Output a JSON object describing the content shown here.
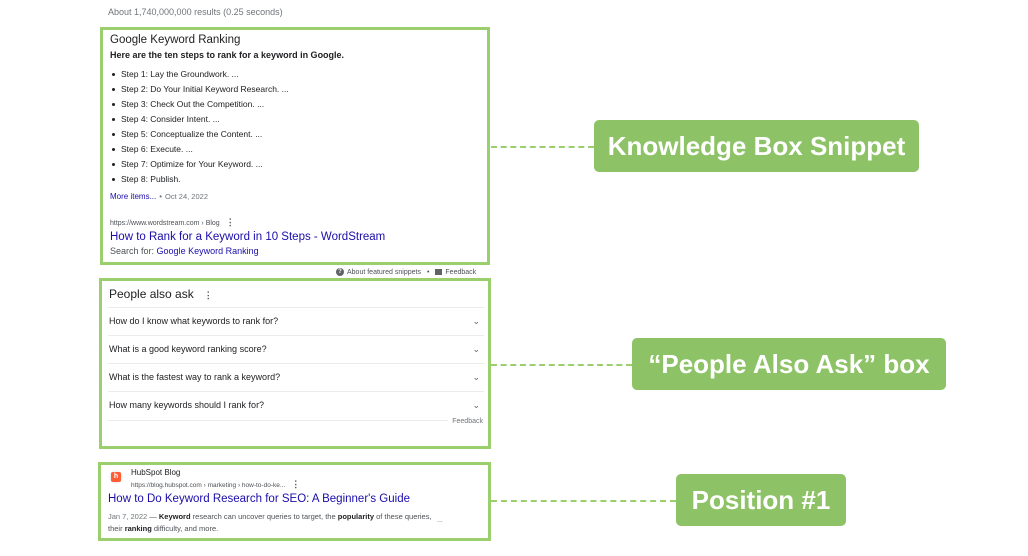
{
  "results_count": "About 1,740,000,000 results (0.25 seconds)",
  "knowledge_box": {
    "title": "Google Keyword Ranking",
    "subtitle": "Here are the ten steps to rank for a keyword in Google.",
    "steps": [
      "Step 1: Lay the Groundwork. ...",
      "Step 2: Do Your Initial Keyword Research. ...",
      "Step 3: Check Out the Competition. ...",
      "Step 4: Consider Intent. ...",
      "Step 5: Conceptualize the Content. ...",
      "Step 6: Execute. ...",
      "Step 7: Optimize for Your Keyword. ...",
      "Step 8: Publish."
    ],
    "more_items": "More items...",
    "date": "Oct 24, 2022",
    "cite": "https://www.wordstream.com › Blog",
    "link": "How to Rank for a Keyword in 10 Steps - WordStream",
    "search_for_label": "Search for:",
    "search_for_query": "Google Keyword Ranking"
  },
  "featured_bar": {
    "about": "About featured snippets",
    "separator": "•",
    "feedback": "Feedback"
  },
  "people_also_ask": {
    "title": "People also ask",
    "questions": [
      "How do I know what keywords to rank for?",
      "What is a good keyword ranking score?",
      "What is the fastest way to rank a keyword?",
      "How many keywords should I rank for?"
    ],
    "feedback": "Feedback"
  },
  "result": {
    "site": "HubSpot Blog",
    "cite": "https://blog.hubspot.com › marketing › how-to-do-ke...",
    "link": "How to Do Keyword Research for SEO: A Beginner's Guide",
    "date": "Jan 7, 2022",
    "snippet_1": " — ",
    "snippet_kw": "Keyword",
    "snippet_2": " research can uncover queries to target, the ",
    "snippet_pop": "popularity",
    "snippet_3": " of these queries, their ",
    "snippet_rank": "ranking",
    "snippet_4": " difficulty, and more.",
    "ellipsis": "..."
  },
  "labels": {
    "knowledge": "Knowledge Box Snippet",
    "paa": "“People Also Ask” box",
    "position": "Position #1"
  },
  "colors": {
    "accent_green": "#8dc366",
    "frame_green": "#9bcf6e",
    "link_blue": "#1a0dab"
  }
}
